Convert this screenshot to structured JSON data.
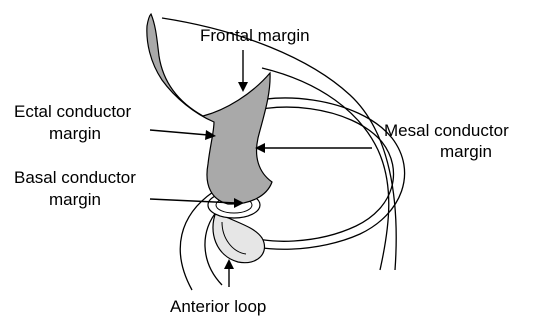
{
  "labels": {
    "frontal_margin": "Frontal margin",
    "ectal_line1": "Ectal conductor",
    "ectal_line2": "margin",
    "mesal_line1": "Mesal conductor",
    "mesal_line2": "margin",
    "basal_line1": "Basal conductor",
    "basal_line2": "margin",
    "anterior_loop": "Anterior loop"
  },
  "colors": {
    "background": "#ffffff",
    "line": "#000000",
    "conductor_fill": "#a9a9a9",
    "loop_fill": "#e6e6e6"
  }
}
